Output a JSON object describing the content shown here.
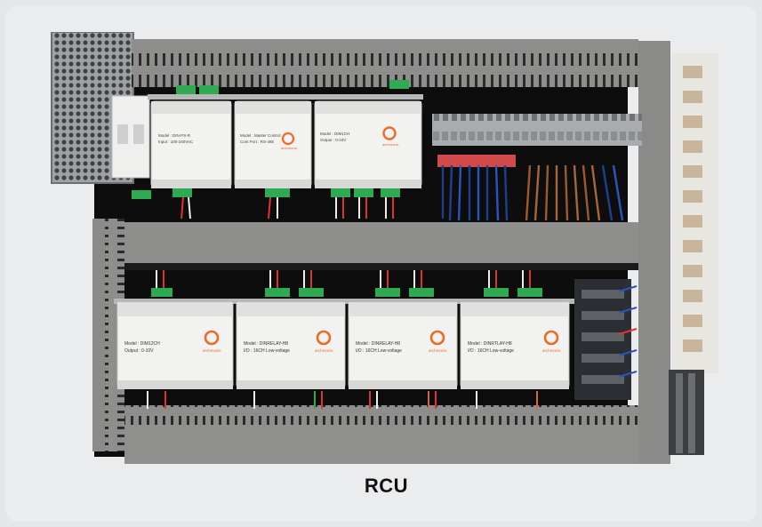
{
  "caption": "RCU",
  "brand_name": "archmonic",
  "top_row": [
    {
      "model": "Model : DIN-PS-R",
      "spec": "Input : 100-240VAC"
    },
    {
      "model": "Model : Master Control",
      "spec": "Com Port : RS-485"
    },
    {
      "model": "Model : DIM1CH",
      "spec": "Output : 0-10V"
    }
  ],
  "bottom_row": [
    {
      "model": "Model : DIM12CH",
      "spec": "Output : 0-10V"
    },
    {
      "model": "Model : DINRELAY-H8",
      "spec": "I/O     : 16CH Low-voltage"
    },
    {
      "model": "Model : DINRELAY-H8",
      "spec": "I/O     : 16CH Low-voltage"
    },
    {
      "model": "Model : DINRTLAY-H8",
      "spec": "I/O     : 16CH Low-voltage"
    }
  ],
  "colors": {
    "panel": "#5a5d60",
    "backplate": "#0d0d0d",
    "duct": "#8e8f8d",
    "module": "#f2f2f0",
    "brand_orange": "#ee6a2c",
    "terminal_green": "#2faa52",
    "caption": "#111111"
  }
}
